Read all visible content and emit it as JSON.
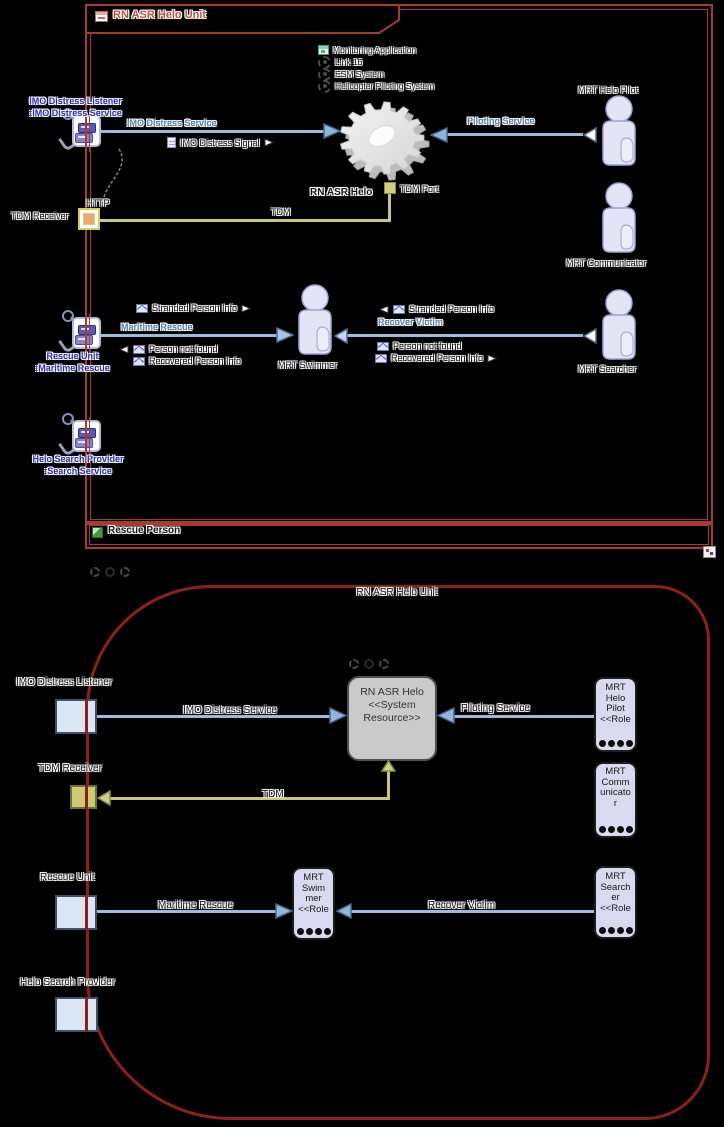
{
  "colors": {
    "frame_red": "#A63B31",
    "frame_dark_red": "#8E201C",
    "component_label_blue": "#2626C9",
    "connector_label_blue": "#4F7FB0",
    "line_blue": "#9CBCD9",
    "line_olive": "#C6C67C",
    "role_box_lavender": "#D9D9F0",
    "system_box_gray": "#CACACA",
    "port_blue": "#DBE8F4",
    "port_olive": "#CBCB76",
    "actor_lavender": "#E3E4F6"
  },
  "top": {
    "title": "RN ASR Helo Unit",
    "legend": [
      {
        "icon": "window-icon",
        "label": "Monitoring Application"
      },
      {
        "icon": "gear-icon",
        "label": "Link 16"
      },
      {
        "icon": "gear-icon",
        "label": "ESM System"
      },
      {
        "icon": "gear-icon",
        "label": "Helicopter Piloting System"
      }
    ],
    "imo_component": {
      "name": "IMO Distress Listener",
      "service": ":IMO Distress Service"
    },
    "rescue_component": {
      "name": "Rescue Unit",
      "service": ":Maritime Rescue"
    },
    "search_component": {
      "name": "Helo Search Provider",
      "service": ":Search Service"
    },
    "gear_label": "RN ASR Helo",
    "tdm_port": "TDM Port",
    "http": "HTTP",
    "tdm_receiver": "TDM Receiver",
    "tdm": "TDM",
    "imo_distress_service": "IMO Distress Service",
    "imo_distress_signal": "IMO Distress Signal",
    "piloting_service": "Piloting Service",
    "maritime_rescue": "Maritime Rescue",
    "recover_victim": "Recover Victim",
    "stranded_info": "Stranded Person Info",
    "person_not_found": "Person not found",
    "recovered_info": "Recovered Person Info",
    "stranded_info_2": "Stranded Person Info",
    "person_not_found_2": "Person not found",
    "recovered_info_2": "Recovered Person Info",
    "actors": {
      "pilot": "MRT Helo Pilot",
      "communicator": "MRT Communicator",
      "swimmer": "MRT Swimmer",
      "searcher": "MRT Searcher"
    },
    "rescue_person_bar": "Rescue Person"
  },
  "bottom": {
    "title": "RN ASR Helo Unit",
    "system_box": [
      "RN ASR Helo",
      "<<System",
      "Resource>>"
    ],
    "imo_port": "IMO Distress Listener",
    "tdm_receiver": "TDM Receiver",
    "rescue_port": "Rescue Unit",
    "search_port": "Helo Search Provider",
    "imo_distress_service": "IMO Distress Service",
    "tdm": "TDM",
    "piloting_service": "Piloting Service",
    "maritime_rescue": "Maritime Rescue",
    "recover_victim": "Recover Victim",
    "roles": {
      "pilot": [
        "MRT",
        "Helo",
        "Pilot",
        "<<Role"
      ],
      "communicator": [
        "MRT",
        "Comm",
        "unicato",
        "r"
      ],
      "swimmer": [
        "MRT",
        "Swim",
        "mer",
        "<<Role"
      ],
      "searcher": [
        "MRT",
        "Search",
        "er",
        "<<Role"
      ]
    }
  }
}
